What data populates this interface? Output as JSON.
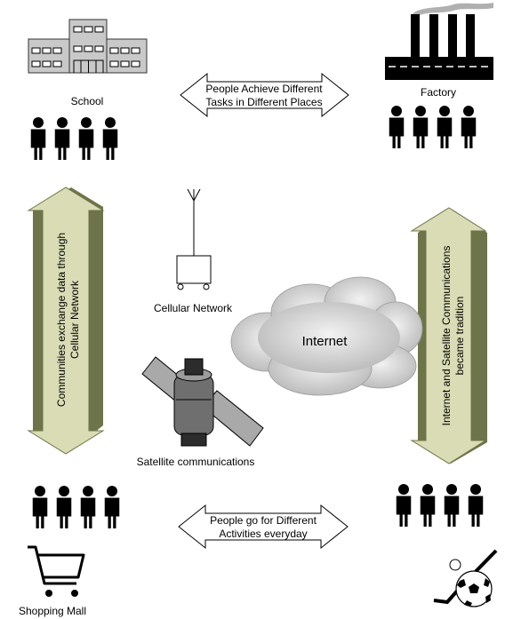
{
  "places": {
    "school": "School",
    "factory": "Factory",
    "shopping_mall": "Shopping Mall"
  },
  "arrows": {
    "top_line1": "People Achieve Different",
    "top_line2": "Tasks in Different Places",
    "bottom_line1": "People go for Different",
    "bottom_line2": "Activities everyday",
    "left_line1": "Communities exchange data through",
    "left_line2": "Cellular Network",
    "right_line1": "Internet and Satellite Communications",
    "right_line2": "became tradition"
  },
  "network": {
    "cellular": "Cellular Network",
    "internet": "Internet",
    "satellite": "Satellite communications"
  },
  "colors": {
    "arrow_fill": "#d9dcb4",
    "arrow_shadow": "#6e7449",
    "cloud": "#d0d0d0",
    "building": "#c9c9c9"
  }
}
